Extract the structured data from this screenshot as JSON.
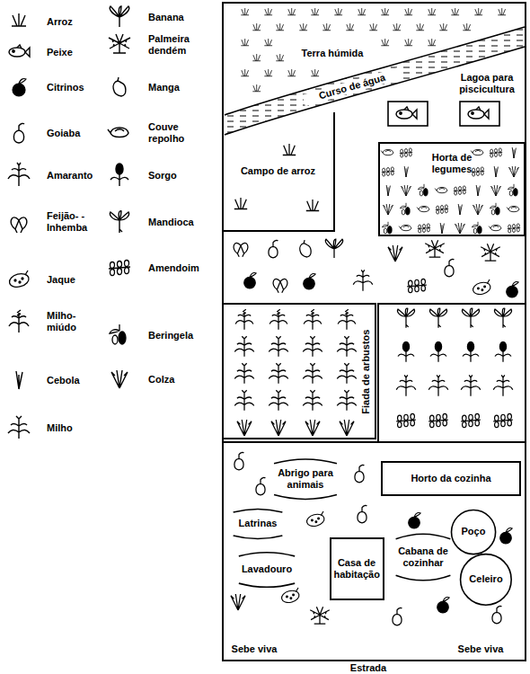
{
  "diagram": {
    "nodes": [
      {
        "text": [
          "Campo de arroz"
        ]
      },
      {
        "text": [
          "Horta de legumes"
        ]
      },
      {
        "text": [
          "Abrigo para animais"
        ]
      },
      {
        "text": [
          "Horto da cozinha"
        ]
      },
      {
        "text": [
          "Latrinas"
        ]
      },
      {
        "text": [
          "Poço"
        ]
      },
      {
        "text": [
          "Casa de habitação"
        ]
      },
      {
        "text": [
          "Cabana de cozinhar"
        ]
      },
      {
        "text": [
          "Lavadouro"
        ]
      },
      {
        "text": [
          "Celeiro"
        ]
      }
    ],
    "labels": [
      "Terra húmida",
      "Curso de água",
      "Lagoa para piscicultura",
      "Fiada de arbustos",
      "Sebe viva",
      "Sebe viva",
      "Estrada"
    ],
    "legend": [
      {
        "text": "Arroz"
      },
      {
        "text": "Banana"
      },
      {
        "text": "Peixe"
      },
      {
        "text": "Palmeira dendém"
      },
      {
        "text": "Citrinos"
      },
      {
        "text": "Manga"
      },
      {
        "text": "Goiaba"
      },
      {
        "text": "Couve repolho"
      },
      {
        "text": "Amaranto"
      },
      {
        "text": "Sorgo"
      },
      {
        "text": "Feijão- -Inhemba"
      },
      {
        "text": "Mandioca"
      },
      {
        "text": "Jaque"
      },
      {
        "text": "Amendoim"
      },
      {
        "text": "Milho- miúdo"
      },
      {
        "text": "Beringela"
      },
      {
        "text": "Cebola"
      },
      {
        "text": "Colza"
      },
      {
        "text": "Milho"
      }
    ]
  }
}
